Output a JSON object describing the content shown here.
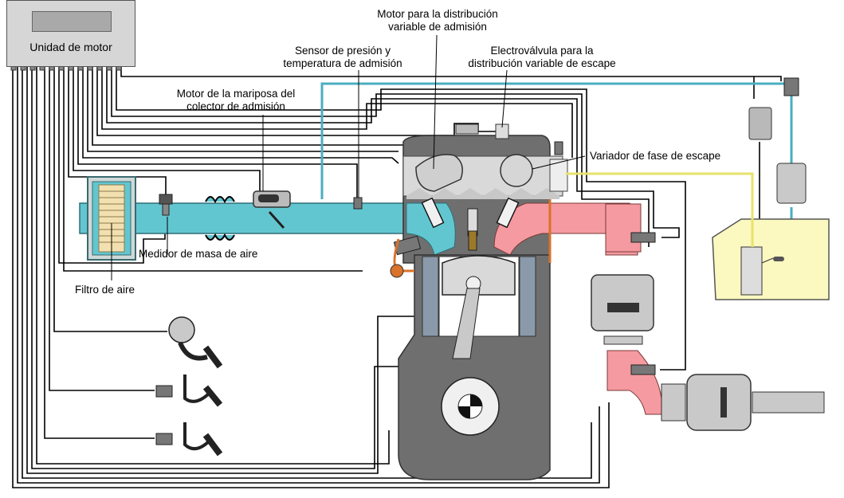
{
  "labels": {
    "ecu": "Unidad de motor",
    "intake_timing_motor_1": "Motor para la distribución",
    "intake_timing_motor_2": "variable de admisión",
    "pressure_sensor_1": "Sensor de presión y",
    "pressure_sensor_2": "temperatura de admisión",
    "exhaust_solenoid_1": "Electroválvula para la",
    "exhaust_solenoid_2": "distribución variable de escape",
    "throttle_motor_1": "Motor de la mariposa del",
    "throttle_motor_2": "colector de admisión",
    "exhaust_phaser": "Variador de fase de escape",
    "maf_sensor": "Medidor de masa de aire",
    "air_filter": "Filtro de aire"
  },
  "colors": {
    "intake_air": "#62c6d0",
    "exhaust_gas": "#f59aa0",
    "engine_block": "#6f6f6f",
    "engine_light": "#c8c8c8",
    "oil_line": "#d9722a",
    "fuel_tank": "#fbf8c0",
    "yellow_wire": "#e8e26a",
    "wire": "#000000"
  }
}
